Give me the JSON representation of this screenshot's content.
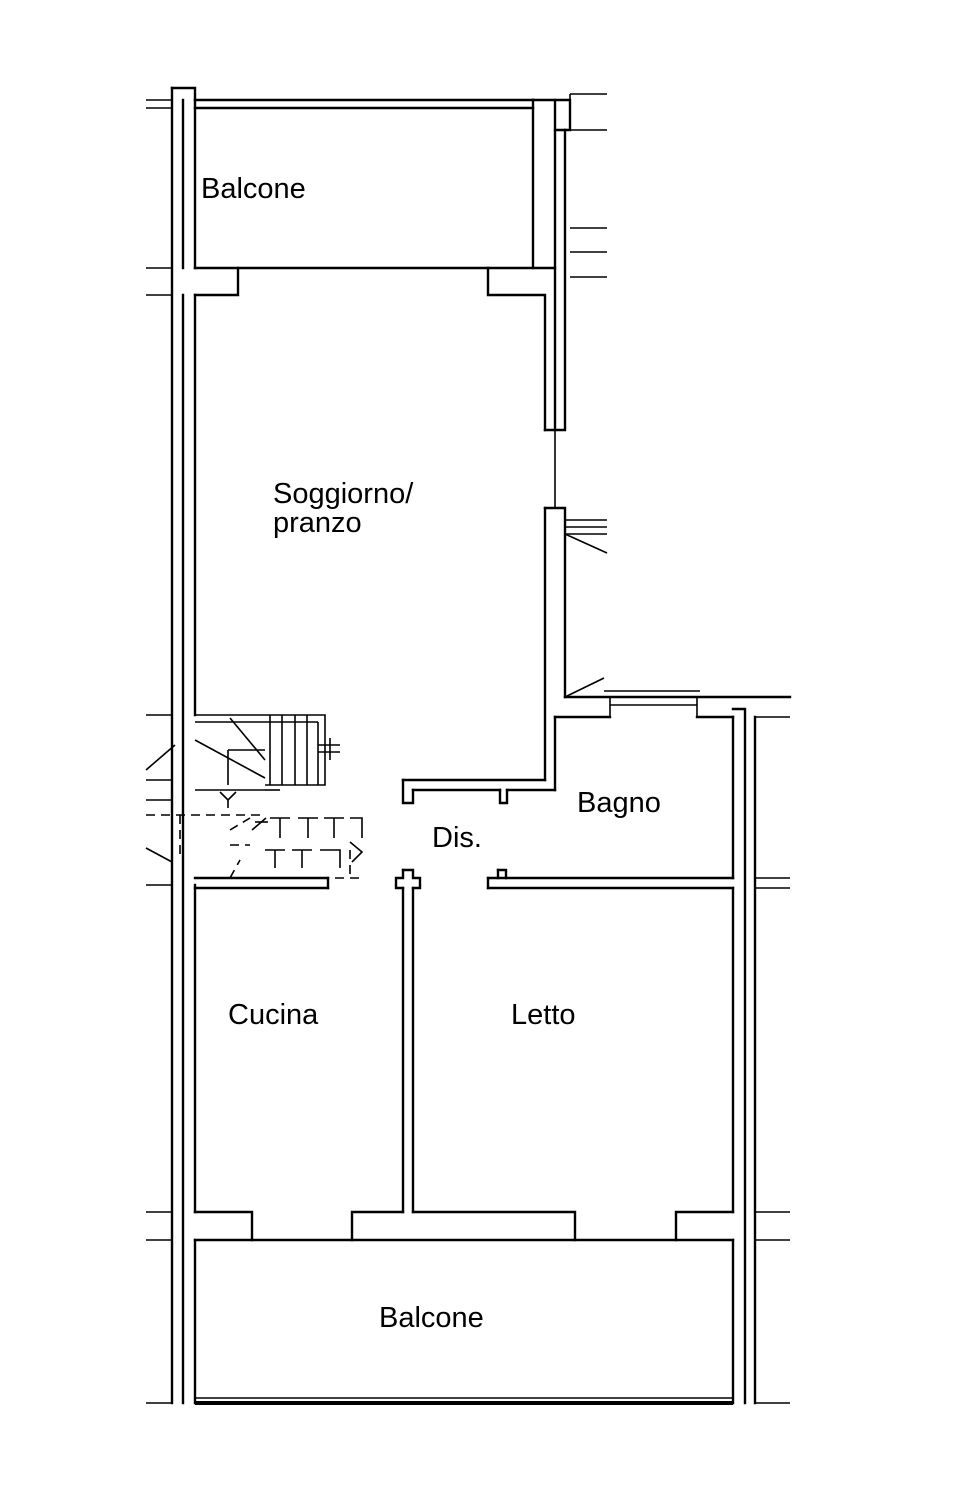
{
  "rooms": {
    "balcone_top": "Balcone",
    "soggiorno_line1": "Soggiorno/",
    "soggiorno_line2": "pranzo",
    "bagno": "Bagno",
    "disimpegno": "Dis.",
    "cucina": "Cucina",
    "letto": "Letto",
    "balcone_bottom": "Balcone"
  },
  "colors": {
    "line": "#000000",
    "background": "#ffffff"
  }
}
